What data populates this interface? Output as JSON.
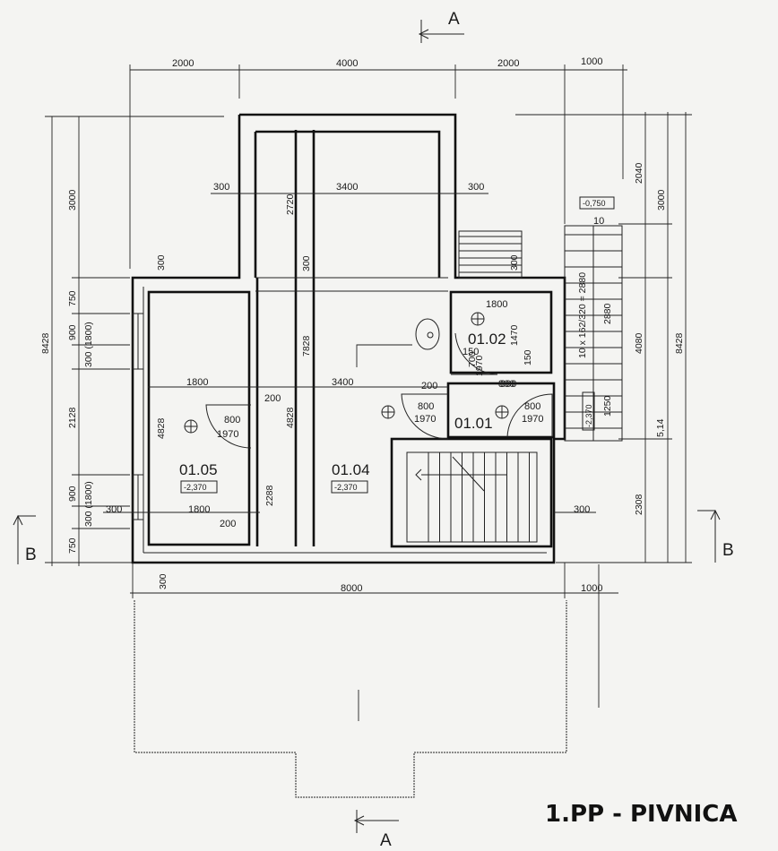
{
  "title": "1.PP - PIVNICA",
  "section_marks": {
    "a_top": "A",
    "a_bottom": "A",
    "b_left": "B",
    "b_right": "B"
  },
  "rooms": [
    {
      "id": "01.01"
    },
    {
      "id": "01.02"
    },
    {
      "id": "01.04",
      "level": "-2,370"
    },
    {
      "id": "01.05",
      "level": "-2,370"
    }
  ],
  "levels": {
    "stair_top": "-0,750",
    "right_side": "-2,370"
  },
  "doors": [
    {
      "w": "800",
      "h": "1970"
    },
    {
      "w": "800",
      "h": "1970"
    },
    {
      "w": "800",
      "h": "1970"
    },
    {
      "w": "800",
      "h": "1970"
    },
    {
      "w": "700",
      "h": "1970"
    }
  ],
  "dims": {
    "top": [
      "2000",
      "4000",
      "2000",
      "1000"
    ],
    "bottom_total": "8000",
    "bottom_right": "1000",
    "inner_top": [
      "300",
      "3400",
      "300"
    ],
    "row_mid": [
      "1800",
      "200",
      "3400",
      "200",
      "800"
    ],
    "row_low": [
      "300",
      "1800",
      "200",
      "300"
    ],
    "left_outer": "8428",
    "left_inner": [
      "3000",
      "750",
      "900",
      "300 (1800)",
      "2128",
      "900",
      "300 (1800)",
      "750"
    ],
    "bottom_wall": "300",
    "left_room_top": "300",
    "room_0105_h": "4828",
    "corridor_h": "7828",
    "upper_hall": [
      "2720",
      "300"
    ],
    "hall_door_v": "4828",
    "hall_low_v": "2288",
    "room_0102": [
      "1800",
      "1470",
      "150",
      "150",
      "300"
    ],
    "stair_right": [
      "10",
      "10 x 162/320 = 2880",
      "2880",
      "1250",
      "5,14"
    ],
    "right_outer": [
      "2040",
      "3000",
      "4080",
      "2308",
      "8428"
    ]
  }
}
